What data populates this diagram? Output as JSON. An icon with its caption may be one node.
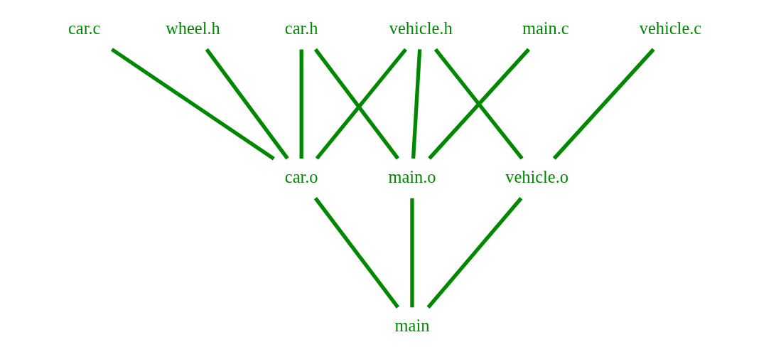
{
  "diagram": {
    "nodes": [
      {
        "text": [
          "vehicle.h"
        ]
      },
      {
        "text": [
          "vehicle.c"
        ]
      },
      {
        "text": [
          "car.h"
        ]
      },
      {
        "text": [
          "car.c"
        ]
      },
      {
        "text": [
          "wheel.h"
        ]
      },
      {
        "text": [
          "main.c"
        ]
      },
      {
        "text": [
          "vehicle.o"
        ]
      },
      {
        "text": [
          "car.o"
        ]
      },
      {
        "text": [
          "main.o"
        ]
      },
      {
        "text": [
          "main"
        ]
      }
    ],
    "edges": [
      {
        "from": 0,
        "to": 6,
        "arrow": "none"
      },
      {
        "from": 0,
        "to": 7,
        "arrow": "none"
      },
      {
        "from": 0,
        "to": 8,
        "arrow": "none"
      },
      {
        "from": 1,
        "to": 6,
        "arrow": "none"
      },
      {
        "from": 2,
        "to": 7,
        "arrow": "none"
      },
      {
        "from": 2,
        "to": 8,
        "arrow": "none"
      },
      {
        "from": 3,
        "to": 7,
        "arrow": "none"
      },
      {
        "from": 4,
        "to": 7,
        "arrow": "none"
      },
      {
        "from": 5,
        "to": 8,
        "arrow": "none"
      },
      {
        "from": 6,
        "to": 9,
        "arrow": "none"
      },
      {
        "from": 7,
        "to": 9,
        "arrow": "none"
      },
      {
        "from": 8,
        "to": 9,
        "arrow": "none"
      }
    ]
  }
}
